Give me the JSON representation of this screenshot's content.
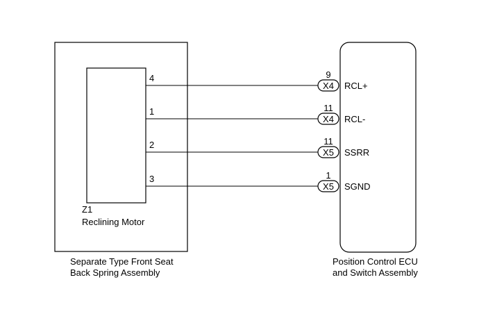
{
  "left_assembly": {
    "component_id": "Z1",
    "component_name": "Reclining Motor",
    "assembly_line1": "Separate Type Front Seat",
    "assembly_line2": "Back Spring Assembly"
  },
  "right_assembly": {
    "name_line1": "Position Control ECU",
    "name_line2": "and Switch Assembly"
  },
  "wires": [
    {
      "motor_pin": "4",
      "connector": "X4",
      "ecu_pin": "9",
      "signal": "RCL+"
    },
    {
      "motor_pin": "1",
      "connector": "X4",
      "ecu_pin": "11",
      "signal": "RCL-"
    },
    {
      "motor_pin": "2",
      "connector": "X5",
      "ecu_pin": "11",
      "signal": "SSRR"
    },
    {
      "motor_pin": "3",
      "connector": "X5",
      "ecu_pin": "1",
      "signal": "SGND"
    }
  ]
}
